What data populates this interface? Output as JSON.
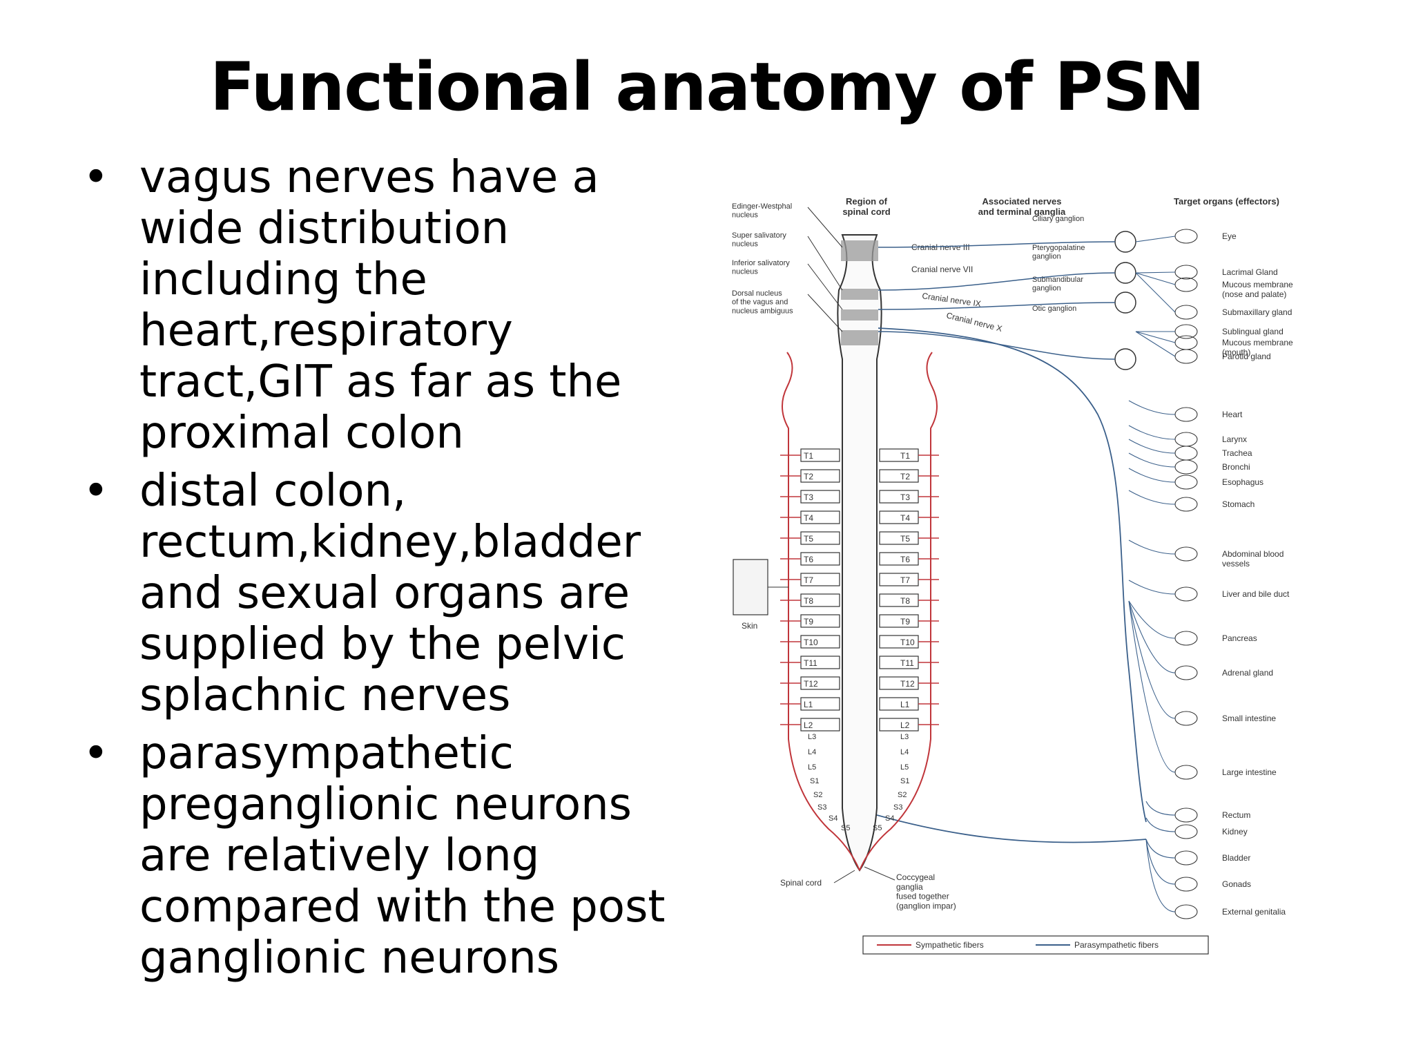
{
  "slide": {
    "title": "Functional anatomy of PSN",
    "bullets": [
      "vagus nerves have a wide distribution including the heart,respiratory tract,GIT as far as the proximal colon",
      "distal colon, rectum,kidney,bladder and sexual organs are supplied by the pelvic splachnic nerves",
      "parasympathetic preganglionic neurons are relatively long compared with the post ganglionic neurons"
    ],
    "bullet_symbol": "•"
  },
  "diagram": {
    "col_region": [
      "Region of",
      "spinal cord"
    ],
    "col_nerves": [
      "Associated nerves",
      "and terminal ganglia"
    ],
    "col_targets": "Target organs (effectors)",
    "nuclei": [
      [
        "Edinger-Westphal",
        "nucleus"
      ],
      [
        "Super salivatory",
        "nucleus"
      ],
      [
        "Inferior salivatory",
        "nucleus"
      ],
      [
        "Dorsal nucleus",
        "of the vagus and",
        "nucleus ambiguus"
      ]
    ],
    "cranial_nerves": [
      "Cranial nerve III",
      "Cranial nerve VII",
      "Cranial nerve IX",
      "Cranial nerve X"
    ],
    "ganglia": [
      [
        "Ciliary ganglion"
      ],
      [
        "Pterygopalatine",
        "ganglion"
      ],
      [
        "Submandibular",
        "ganglion"
      ],
      [
        "Otic ganglion"
      ]
    ],
    "segments_left": [
      "T1",
      "T2",
      "T3",
      "T4",
      "T5",
      "T6",
      "T7",
      "T8",
      "T9",
      "T10",
      "T11",
      "T12",
      "L1",
      "L2"
    ],
    "segments_right": [
      "T1",
      "T2",
      "T3",
      "T4",
      "T5",
      "T6",
      "T7",
      "T8",
      "T9",
      "T10",
      "T11",
      "T12",
      "L1",
      "L2"
    ],
    "lower_left": [
      "L3",
      "L4",
      "L5",
      "S1",
      "S2",
      "S3",
      "S4",
      "S5"
    ],
    "lower_right": [
      "L3",
      "L4",
      "L5",
      "S1",
      "S2",
      "S3",
      "S4",
      "S5"
    ],
    "skin_label": "Skin",
    "spinal_cord_label": "Spinal cord",
    "coccygeal": [
      "Coccygeal",
      "ganglia",
      "fused together",
      "(ganglion impar)"
    ],
    "targets": [
      [
        "Eye"
      ],
      [
        "Lacrimal Gland"
      ],
      [
        "Mucous membrane",
        "(nose and palate)"
      ],
      [
        "Submaxillary gland"
      ],
      [
        "Sublingual gland"
      ],
      [
        "Mucous membrane",
        "(mouth)"
      ],
      [
        "Parotid gland"
      ],
      [
        "Heart"
      ],
      [
        "Larynx"
      ],
      [
        "Trachea"
      ],
      [
        "Bronchi"
      ],
      [
        "Esophagus"
      ],
      [
        "Stomach"
      ],
      [
        "Abdominal blood",
        "vessels"
      ],
      [
        "Liver and bile duct"
      ],
      [
        "Pancreas"
      ],
      [
        "Adrenal gland"
      ],
      [
        "Small intestine"
      ],
      [
        "Large intestine"
      ],
      [
        "Rectum"
      ],
      [
        "Kidney"
      ],
      [
        "Bladder"
      ],
      [
        "Gonads"
      ],
      [
        "External genitalia"
      ]
    ],
    "legend": {
      "sympathetic": "Sympathetic fibers",
      "parasympathetic": "Parasympathetic fibers"
    },
    "colors": {
      "sympathetic": "#c0353a",
      "parasympathetic": "#3a5f8a",
      "ink": "#333333"
    }
  }
}
